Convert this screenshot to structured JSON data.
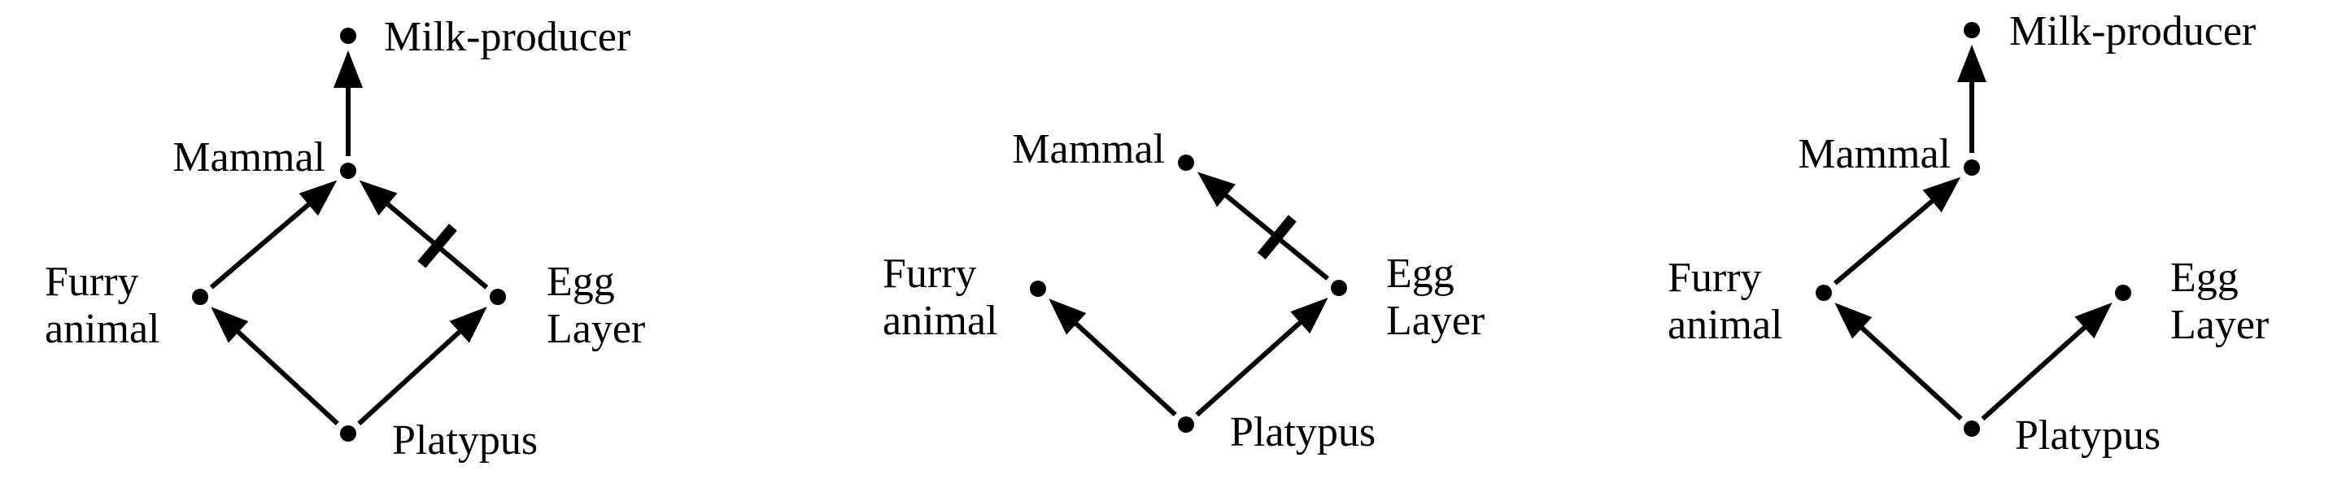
{
  "diagrams": [
    {
      "id": "left",
      "nodes": {
        "milk": {
          "label": [
            "Milk-producer"
          ]
        },
        "mammal": {
          "label": [
            "Mammal"
          ]
        },
        "furry": {
          "label": [
            "Furry",
            "animal"
          ]
        },
        "egg": {
          "label": [
            "Egg",
            "Layer"
          ]
        },
        "platypus": {
          "label": [
            "Platypus"
          ]
        }
      },
      "edges": [
        {
          "from": "platypus",
          "to": "furry",
          "negated": false
        },
        {
          "from": "platypus",
          "to": "egg",
          "negated": false
        },
        {
          "from": "furry",
          "to": "mammal",
          "negated": false
        },
        {
          "from": "egg",
          "to": "mammal",
          "negated": true
        },
        {
          "from": "mammal",
          "to": "milk",
          "negated": false
        }
      ]
    },
    {
      "id": "middle",
      "nodes": {
        "mammal": {
          "label": [
            "Mammal"
          ]
        },
        "furry": {
          "label": [
            "Furry",
            "animal"
          ]
        },
        "egg": {
          "label": [
            "Egg",
            "Layer"
          ]
        },
        "platypus": {
          "label": [
            "Platypus"
          ]
        }
      },
      "edges": [
        {
          "from": "platypus",
          "to": "furry",
          "negated": false
        },
        {
          "from": "platypus",
          "to": "egg",
          "negated": false
        },
        {
          "from": "egg",
          "to": "mammal",
          "negated": true
        }
      ]
    },
    {
      "id": "right",
      "nodes": {
        "milk": {
          "label": [
            "Milk-producer"
          ]
        },
        "mammal": {
          "label": [
            "Mammal"
          ]
        },
        "furry": {
          "label": [
            "Furry",
            "animal"
          ]
        },
        "egg": {
          "label": [
            "Egg",
            "Layer"
          ]
        },
        "platypus": {
          "label": [
            "Platypus"
          ]
        }
      },
      "edges": [
        {
          "from": "platypus",
          "to": "furry",
          "negated": false
        },
        {
          "from": "platypus",
          "to": "egg",
          "negated": false
        },
        {
          "from": "furry",
          "to": "mammal",
          "negated": false
        },
        {
          "from": "mammal",
          "to": "milk",
          "negated": false
        }
      ]
    }
  ]
}
